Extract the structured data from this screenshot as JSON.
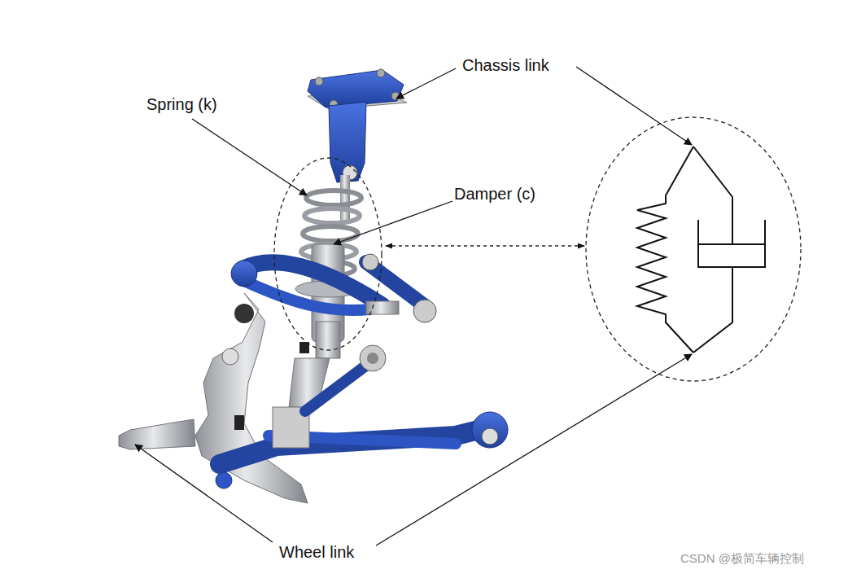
{
  "diagram": {
    "labels": [
      "Spring (k)",
      "Chassis link",
      "Damper (c)",
      "Wheel link",
      "CSDN @极简车辆控制"
    ]
  }
}
